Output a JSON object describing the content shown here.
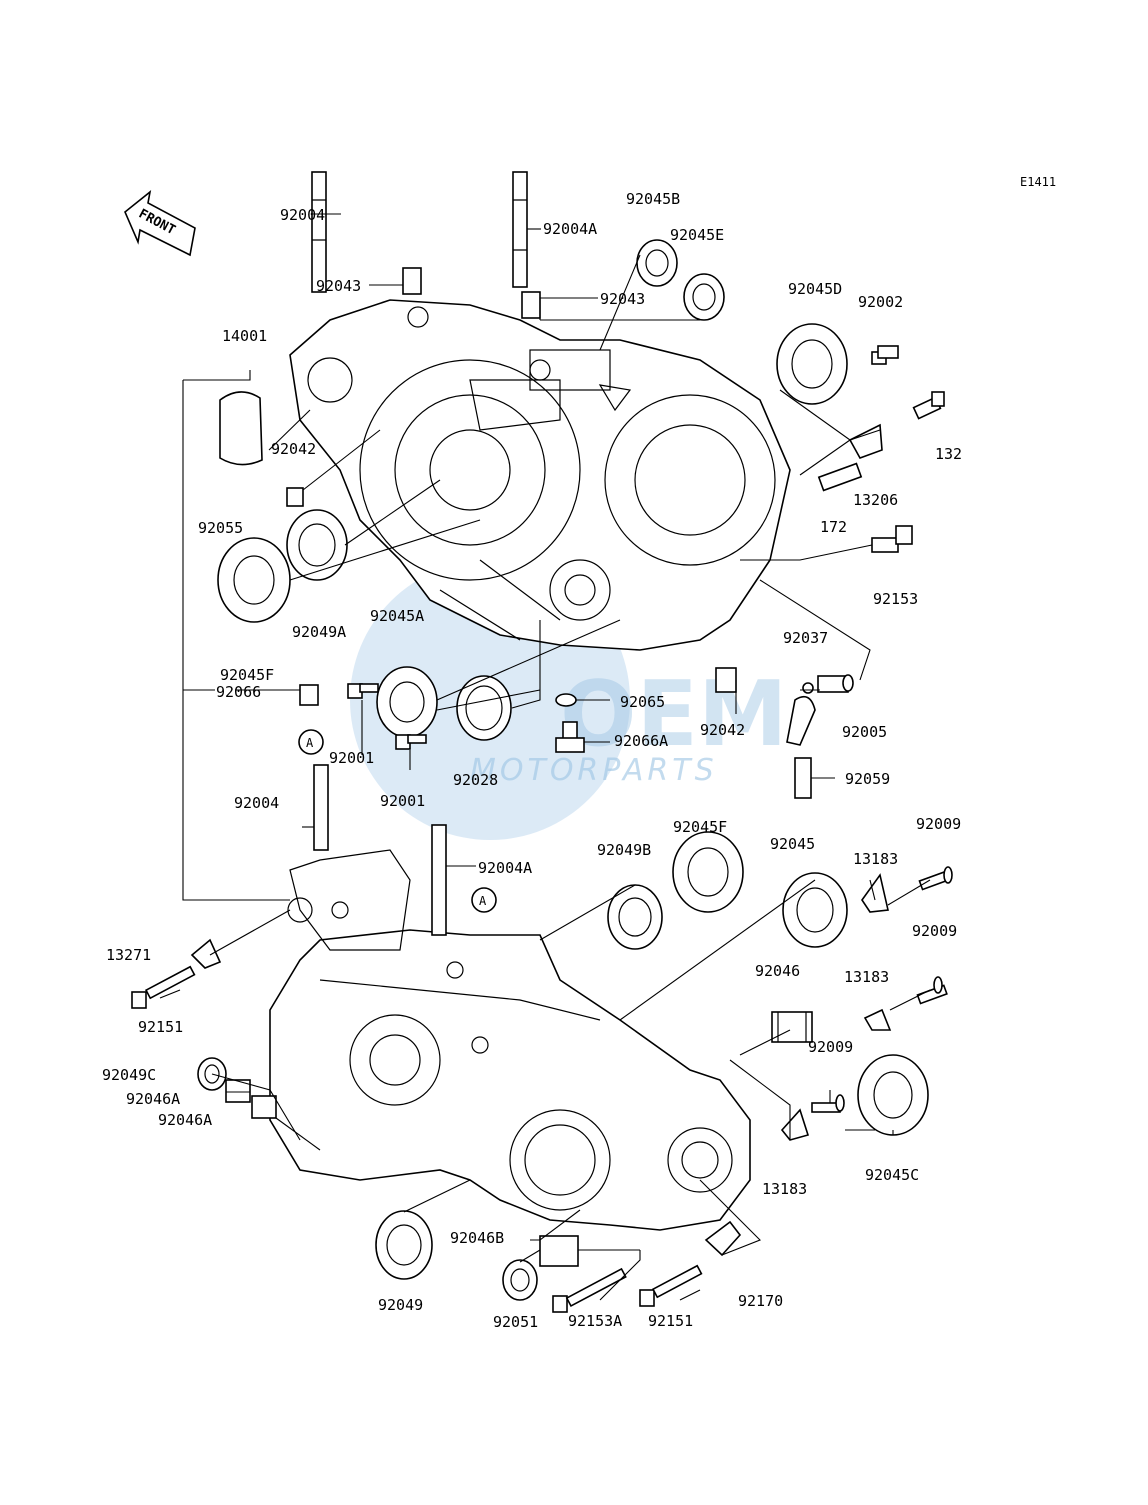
{
  "diagram_code": "E1411",
  "front_label": "FRONT",
  "reference_marker": "A",
  "watermark": {
    "brand_top": "OEM",
    "brand_bottom": "MOTORPARTS",
    "color": "#9cc4e4"
  },
  "parts": [
    "92004",
    "92004A",
    "92045B",
    "92045E",
    "92043",
    "92043",
    "92045D",
    "92002",
    "14001",
    "132",
    "92042",
    "13206",
    "172",
    "92055",
    "92049A",
    "92153",
    "92045F",
    "92045A",
    "92037",
    "92066",
    "92065",
    "92042",
    "92005",
    "92001",
    "92066A",
    "92028",
    "92001",
    "92059",
    "92004",
    "92045F",
    "92049B",
    "92045",
    "92009",
    "13183",
    "92004A",
    "13271",
    "92009",
    "92046",
    "13183",
    "92151",
    "92009",
    "92049C",
    "92046A",
    "92046A",
    "13183",
    "92045C",
    "92046B",
    "92170",
    "92049",
    "92051",
    "92153A",
    "92151"
  ]
}
